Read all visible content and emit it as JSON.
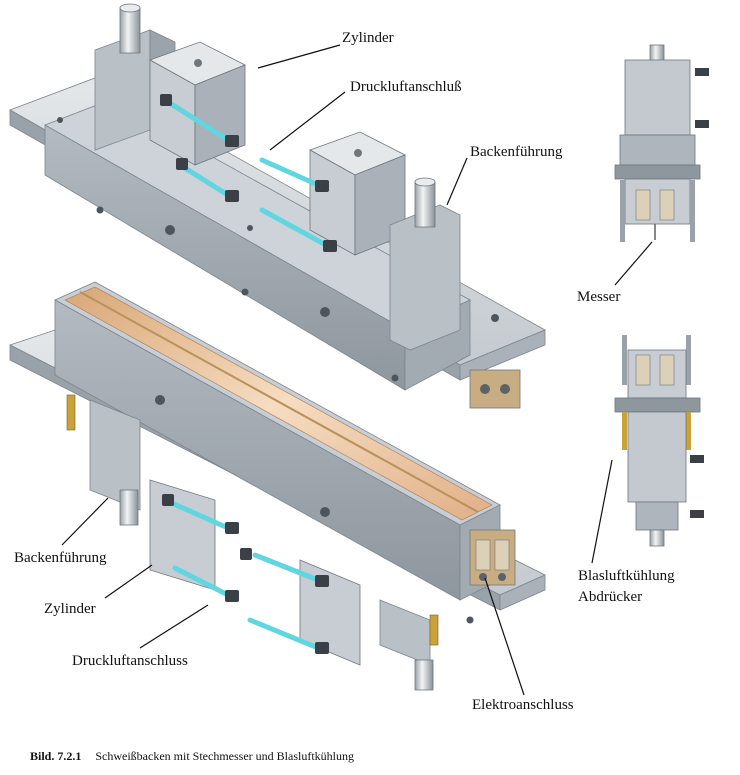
{
  "labels": {
    "zylinder_top": "Zylinder",
    "druckluftanschluss_top": "Druckluftanschluß",
    "backenfuehrung_top": "Backenführung",
    "messer": "Messer",
    "backenfuehrung_bottom": "Backenführung",
    "zylinder_bottom": "Zylinder",
    "druckluftanschluss_bottom": "Druckluftanschluss",
    "elektroanschluss": "Elektroanschluss",
    "blasluftkuehlung": "Blasluftkühlung",
    "abdruecker": "Abdrücker"
  },
  "caption": {
    "number": "Bild. 7.2.1",
    "text": "Schweißbacken mit Stechmesser und Blasluftkühlung"
  },
  "colors": {
    "metal_light": "#d4d9de",
    "metal_mid": "#aeb5bc",
    "metal_dark": "#858d95",
    "tube": "#5fd6e0",
    "copper": "#e8b98c",
    "brass": "#c9a23a"
  }
}
